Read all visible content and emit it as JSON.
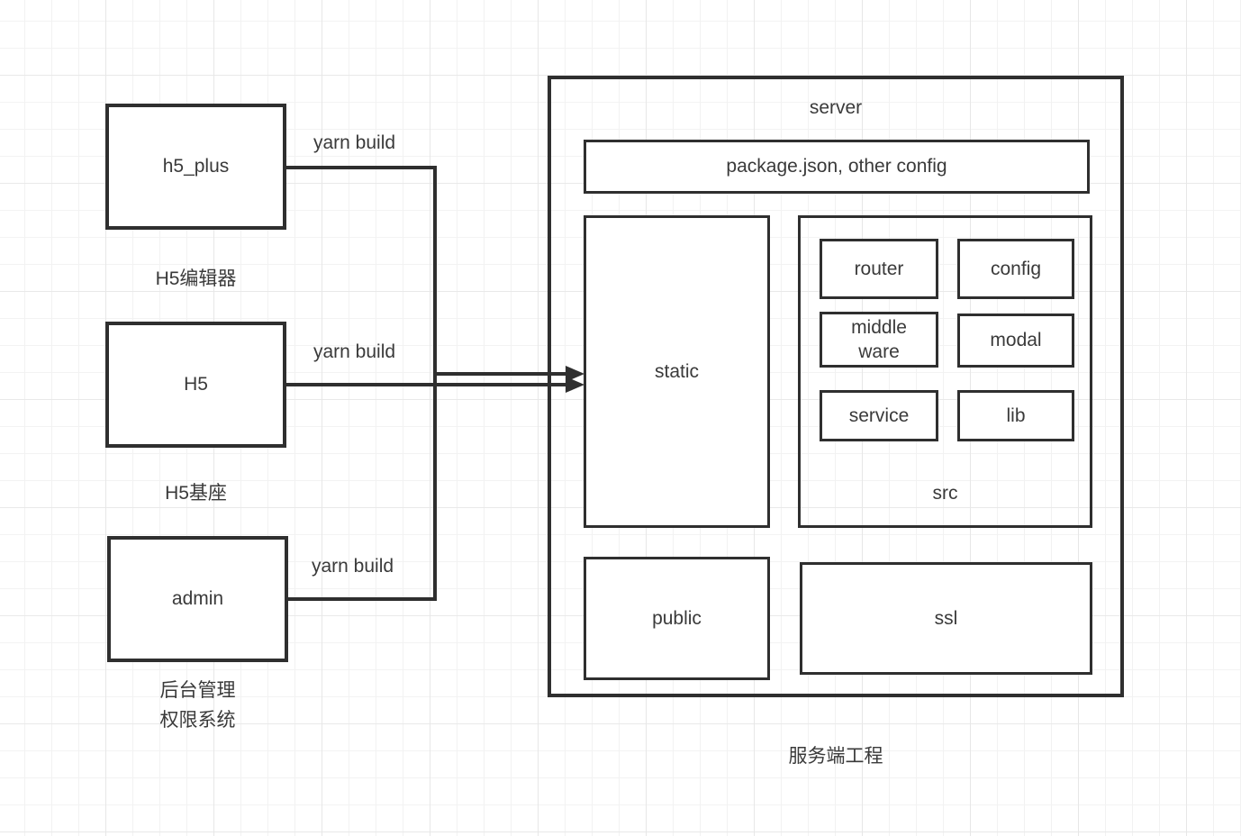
{
  "diagram": {
    "clients": [
      {
        "box_label": "h5_plus",
        "caption": "H5编辑器",
        "edge_label": "yarn build"
      },
      {
        "box_label": "H5",
        "caption": "H5基座",
        "edge_label": "yarn build"
      },
      {
        "box_label": "admin",
        "caption": "后台管理\n权限系统",
        "edge_label": "yarn build"
      }
    ],
    "server": {
      "title": "server",
      "caption": "服务端工程",
      "config_box_label": "package.json, other config",
      "static_label": "static",
      "public_label": "public",
      "ssl_label": "ssl",
      "src": {
        "label": "src",
        "children": [
          {
            "label": "router"
          },
          {
            "label": "config"
          },
          {
            "label": "middle\nware"
          },
          {
            "label": "modal"
          },
          {
            "label": "service"
          },
          {
            "label": "lib"
          }
        ]
      }
    },
    "colors": {
      "stroke": "#2f2f2f",
      "text": "#3a3a3a",
      "background": "#ffffff",
      "grid_minor": "#f2f2f2",
      "grid_major": "#e7e7e7"
    }
  }
}
